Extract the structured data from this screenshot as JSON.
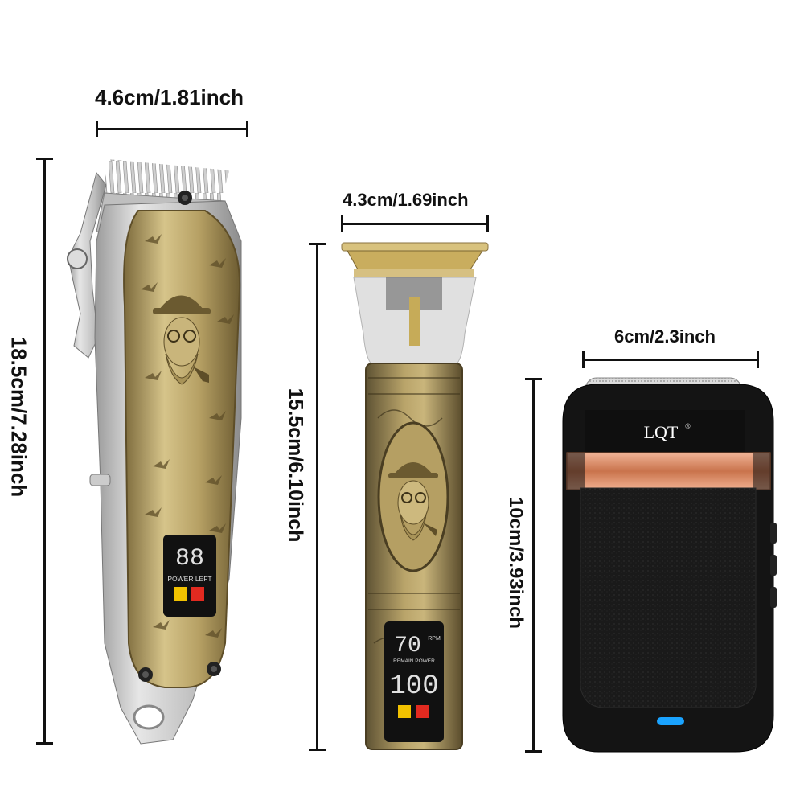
{
  "dimensions": {
    "clipper_width": "4.6cm/1.81inch",
    "clipper_height": "18.5cm/7.28inch",
    "trimmer_width": "4.3cm/1.69inch",
    "trimmer_height": "15.5cm/6.10inch",
    "shaver_width": "6cm/2.3inch",
    "shaver_height": "10cm/3.93inch"
  },
  "clipper": {
    "display_label": "POWER LEFT",
    "digits": "88"
  },
  "trimmer": {
    "rpm_label": "RPM",
    "power_label": "REMAIN POWER",
    "rpm_digits": "70",
    "power_digits": "100"
  },
  "shaver": {
    "brand": "LQT",
    "brand_mark": "®"
  },
  "colors": {
    "gold": "#b9a46a",
    "silver": "#c8c8c8",
    "black": "#111111",
    "copper": "#d98c66",
    "indicator": "#1aa3ff"
  }
}
